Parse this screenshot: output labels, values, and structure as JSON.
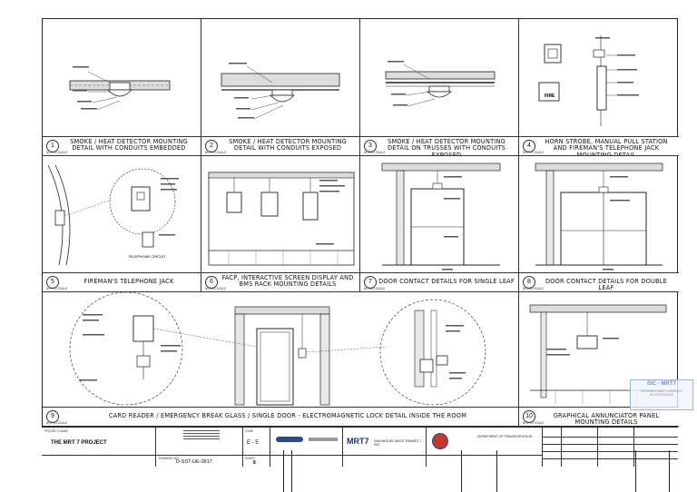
{
  "panels": [
    {
      "num": "1",
      "title": "SMOKE / HEAT DETECTOR MOUNTING DETAIL WITH CONDUITS EMBEDDED"
    },
    {
      "num": "2",
      "title": "SMOKE / HEAT DETECTOR MOUNTING DETAIL WITH CONDUITS EXPOSED"
    },
    {
      "num": "3",
      "title": "SMOKE / HEAT DETECTOR MOUNTING DETAIL ON TRUSSES WITH CONDUITS EXPOSED"
    },
    {
      "num": "4",
      "title": "HORN STROBE, MANUAL PULL STATION AND FIREMAN'S TELEPHONE JACK MOUNTING DETAIL"
    },
    {
      "num": "5",
      "title": "FIREMAN'S TELEPHONE JACK"
    },
    {
      "num": "6",
      "title": "FACP, INTERACTIVE SCREEN DISPLAY AND BMS RACK MOUNTING DETAILS"
    },
    {
      "num": "7",
      "title": "DOOR CONTACT DETAILS FOR SINGLE LEAF"
    },
    {
      "num": "8",
      "title": "DOOR CONTACT DETAILS FOR DOUBLE LEAF"
    },
    {
      "num": "9",
      "title": "CARD READER / EMERGENCY BREAK GLASS / SINGLE DOOR - ELECTROMAGNETIC LOCK DETAIL INSIDE THE ROOM"
    },
    {
      "num": "10",
      "title": "GRAPHICAL ANNUNCIATOR PANEL MOUNTING DETAILS"
    }
  ],
  "scale_note": "NOT TO SCALE",
  "fire_label": "FIRE",
  "jack_label": "TELEPHONE CIRCUIT",
  "title_block": {
    "project_label": "PROJECT NAME",
    "project": "THE MRT 7 PROJECT",
    "zone_label": "ZONE",
    "zone": "E - 5",
    "logo": "MRT7",
    "contractor": "SAN MIGUEL MASS TRANSIT 7 INC.",
    "department": "DEPARTMENT OF TRANSPORTATION",
    "drawing_label": "DRAWING NO.",
    "drawing_no": "D-SST-UE-0817",
    "sheet_label": "SHEET",
    "sheet": "8"
  },
  "stamp": {
    "title": "ISC - MRT7",
    "note": "REVIEWED AND COMMENTS INCORPORATED"
  },
  "colors": {
    "line": "#222222",
    "stamp": "#6f8fbf"
  }
}
